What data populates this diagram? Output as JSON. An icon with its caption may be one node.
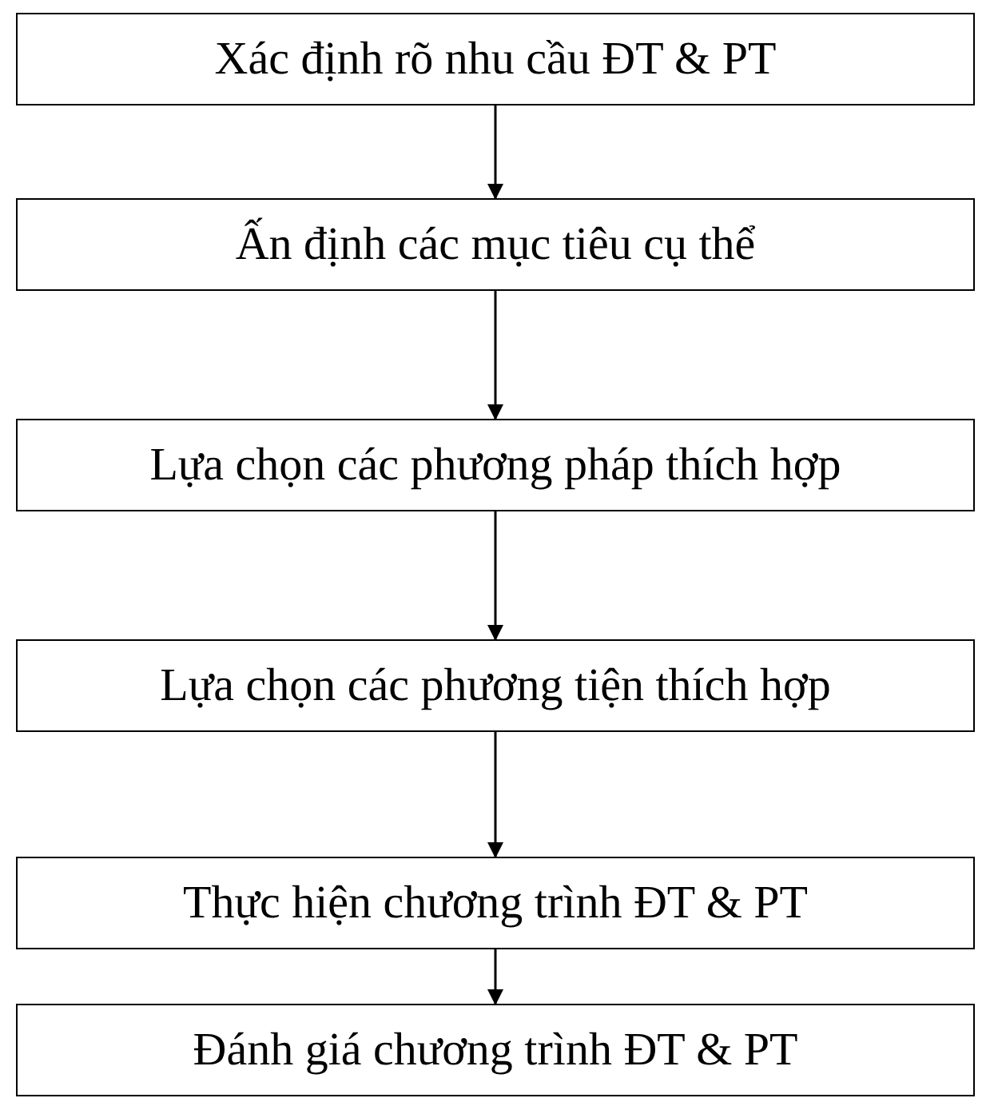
{
  "diagram": {
    "nodes": [
      {
        "text": [
          "Xác định rõ nhu cầu ĐT & PT"
        ]
      },
      {
        "text": [
          "Ấn định các mục tiêu cụ thể"
        ]
      },
      {
        "text": [
          "Lựa chọn các phương pháp thích hợp"
        ]
      },
      {
        "text": [
          "Lựa chọn các phương tiện thích hợp"
        ]
      },
      {
        "text": [
          "Thực hiện chương trình ĐT & PT"
        ]
      },
      {
        "text": [
          "Đánh giá chương trình ĐT & PT"
        ]
      }
    ],
    "edges": [
      {
        "from": 0,
        "to": 1,
        "arrow": "to"
      },
      {
        "from": 1,
        "to": 2,
        "arrow": "to"
      },
      {
        "from": 2,
        "to": 3,
        "arrow": "to"
      },
      {
        "from": 3,
        "to": 4,
        "arrow": "to"
      },
      {
        "from": 4,
        "to": 5,
        "arrow": "to"
      }
    ]
  }
}
